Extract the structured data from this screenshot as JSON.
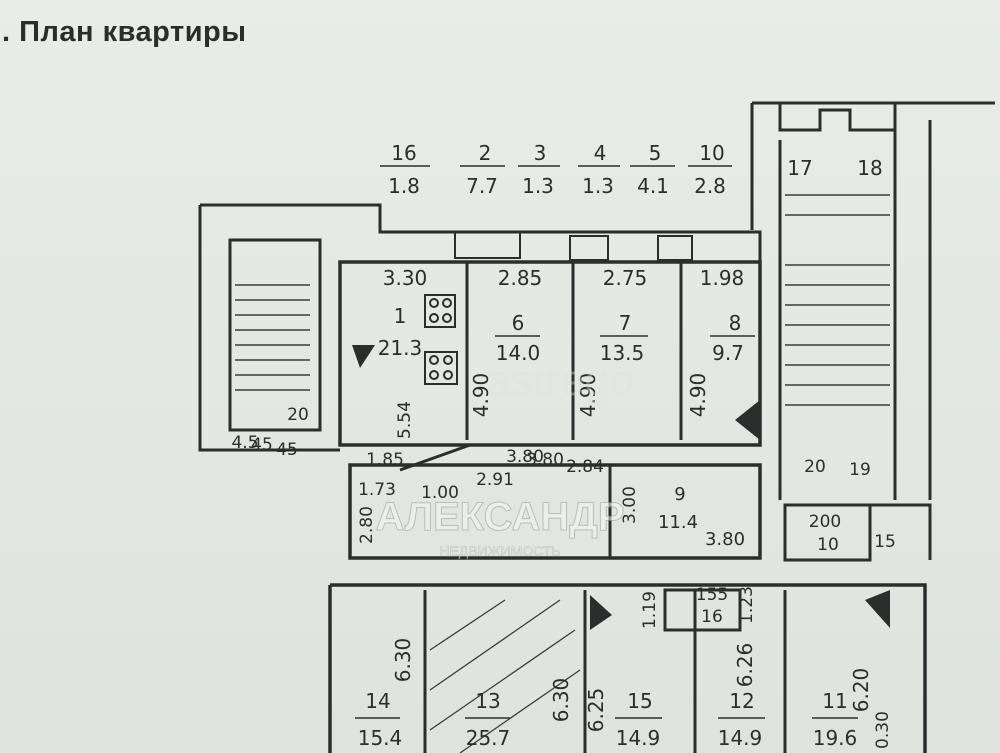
{
  "title": ". План квартиры",
  "header_labels": [
    {
      "num": "16",
      "area": "1.8"
    },
    {
      "num": "2",
      "area": "7.7"
    },
    {
      "num": "3",
      "area": "1.3"
    },
    {
      "num": "4",
      "area": "1.3"
    },
    {
      "num": "5",
      "area": "4.1"
    },
    {
      "num": "10",
      "area": "2.8"
    }
  ],
  "stair_labels": [
    "17",
    "18"
  ],
  "rooms": [
    {
      "num": "1",
      "area": "21.3",
      "width": "3.30"
    },
    {
      "num": "6",
      "area": "14.0",
      "width": "2.85",
      "depth": "4.90"
    },
    {
      "num": "7",
      "area": "13.5",
      "width": "2.75",
      "depth": "4.90"
    },
    {
      "num": "8",
      "area": "9.7",
      "width": "1.98",
      "depth": "4.90"
    },
    {
      "num": "9",
      "area": "11.4",
      "width": "3.80"
    },
    {
      "num": "14",
      "area": "15.4",
      "depth": "6.30"
    },
    {
      "num": "13",
      "area": "25.7",
      "depth": "6.30"
    },
    {
      "num": "15",
      "area": "14.9",
      "depth": "6.25"
    },
    {
      "num": "12",
      "area": "14.9",
      "depth": "6.26"
    },
    {
      "num": "11",
      "area": "19.6",
      "depth": "6.20"
    }
  ],
  "dimension_texts": [
    "5.54",
    "1.85",
    "4.5",
    "20",
    "45",
    "45",
    "20",
    "19",
    "3.00",
    "3.80",
    "2.84",
    "2.91",
    "1.00",
    "2.80",
    "1.73",
    "200",
    "10",
    "15",
    "155",
    "16",
    "1.19",
    "1.23",
    "3.80",
    "0.30"
  ],
  "watermarks": {
    "main": "АЛЕКСАНДР",
    "sub": "НЕДВИЖИМОСТЬ",
    "faint": "astrego"
  }
}
